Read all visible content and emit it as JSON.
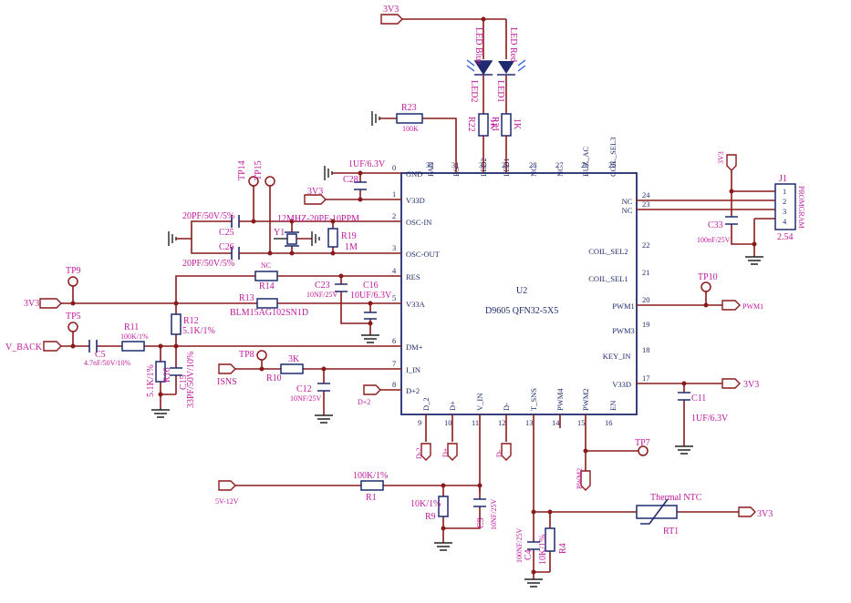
{
  "ic": {
    "ref": "U2",
    "part": "D9605 QFN32-5X5",
    "left_pins": [
      {
        "num": "0",
        "name": "GND"
      },
      {
        "num": "1",
        "name": "V33D"
      },
      {
        "num": "2",
        "name": "OSC-IN"
      },
      {
        "num": "3",
        "name": "OSC-OUT"
      },
      {
        "num": "4",
        "name": "RES"
      },
      {
        "num": "5",
        "name": "V33A"
      },
      {
        "num": "6",
        "name": "DM+"
      },
      {
        "num": "7",
        "name": "I_IN"
      },
      {
        "num": "8",
        "name": "D+2"
      }
    ],
    "top_pins": [
      {
        "num": "32",
        "name": "FAN"
      },
      {
        "num": "31",
        "name": "BS"
      },
      {
        "num": "30",
        "name": "LED2"
      },
      {
        "num": "29",
        "name": "LED1"
      },
      {
        "num": "28",
        "name": "NC"
      },
      {
        "num": "27",
        "name": "NC"
      },
      {
        "num": "26",
        "name": "BUZ_AC"
      },
      {
        "num": "25",
        "name": "COIL_SEL3"
      }
    ],
    "right_pins": [
      {
        "num": "24",
        "name": "NC"
      },
      {
        "num": "23",
        "name": "NC"
      },
      {
        "num": "22",
        "name": "COIL_SEL2"
      },
      {
        "num": "21",
        "name": "COIL_SEL1"
      },
      {
        "num": "20",
        "name": "PWM1"
      },
      {
        "num": "19",
        "name": "PWM3"
      },
      {
        "num": "18",
        "name": "KEY_IN"
      },
      {
        "num": "17",
        "name": "V33D"
      }
    ],
    "bottom_pins": [
      {
        "num": "9",
        "name": "D_2"
      },
      {
        "num": "10",
        "name": "D+"
      },
      {
        "num": "11",
        "name": "V_IN"
      },
      {
        "num": "12",
        "name": "D-"
      },
      {
        "num": "13",
        "name": "T_SNS"
      },
      {
        "num": "14",
        "name": "PWM4"
      },
      {
        "num": "15",
        "name": "PWM2"
      },
      {
        "num": "16",
        "name": "EN"
      }
    ]
  },
  "labels": {
    "p3v3_top": "3V3",
    "led_blue": "LED Blue",
    "led_red": "LED Red",
    "led2": "LED2",
    "led1": "LED1",
    "r22": "R22",
    "r22v": "1K",
    "r21": "R21",
    "r21v": "1K",
    "r23": "R23",
    "r23v": "100K",
    "c28": "C28",
    "c28v": "1UF/6.3V",
    "p3v3_v33d": "3V3",
    "tp14": "TP14",
    "tp15": "TP15",
    "c25v": "20PF/50V/5%",
    "c25": "C25",
    "y1v": "12MHZ-20PF-10PPM",
    "y1": "Y1",
    "r19": "R19",
    "r19v": "1M",
    "c26": "C26",
    "c26v": "20PF/50V/5%",
    "tp9": "TP9",
    "p3v3_left": "3V3",
    "r14v": "NC",
    "r14": "R14",
    "c23": "C23",
    "c23v": "10NF/25V",
    "c16": "C16",
    "c16v": "10UF/6.3V",
    "r13": "R13",
    "r13v": "BLM15AG102SN1D",
    "tp5": "TP5",
    "vback": "V_BACK",
    "r11v": "100K/1%",
    "r11": "R11",
    "r12": "R12",
    "r12v": "5.1K/1%",
    "c5": "C5",
    "c5v": "4.7nF/50V/10%",
    "r16": "R16",
    "r16v": "5.1K/1%",
    "c15": "C15",
    "c15v": "33PF/50V/10%",
    "tp8": "TP8",
    "isns": "ISNS",
    "r10": "R10",
    "r10v": "3K",
    "c12": "C12",
    "c12v": "10NF/25V",
    "dp2": "D+2",
    "d2": "D-2",
    "dplus": "D+",
    "dminus": "D-",
    "tp7": "TP7",
    "pwm2": "PWM2",
    "v5": "5V-12V",
    "r1v": "100K/1%",
    "r1": "R1",
    "r9": "R9",
    "r9v": "10K/1%",
    "c9": "C9",
    "c9v": "10NF/25V",
    "c4": "C4",
    "c4v": "100NF/25V",
    "r4": "R4",
    "r4v": "10K/1%",
    "ntc": "Thermal NTC",
    "rt1": "RT1",
    "p3v3_ntc": "3V3",
    "tp10": "TP10",
    "pwm1": "PWM1",
    "p3v3_v33d_r": "3V3",
    "c11": "C11",
    "c11v": "1UF/6.3V",
    "p3v3_j1": "3V3",
    "j1": "J1",
    "j1_pins": [
      "1",
      "2",
      "3",
      "4"
    ],
    "j1_name": "PROMGRAM",
    "j1_pitch": "2.54",
    "c33": "C33",
    "c33v": "100nF/25V"
  }
}
